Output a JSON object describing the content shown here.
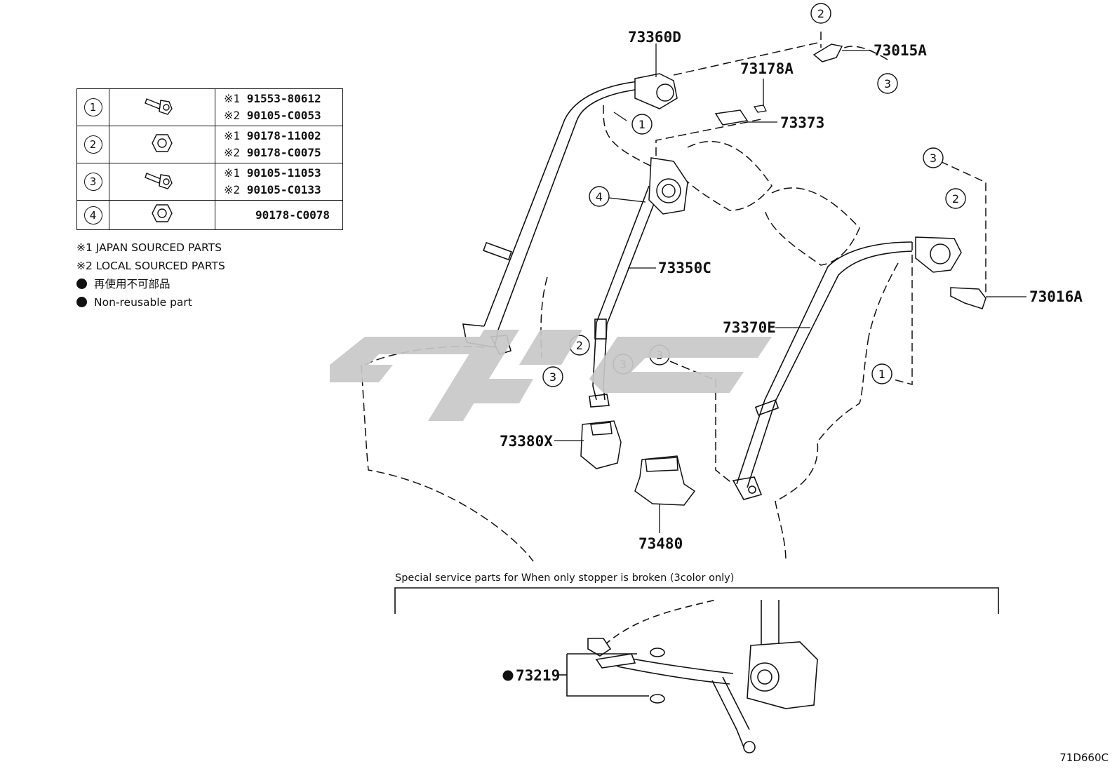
{
  "fastener_table": [
    {
      "ref": "1",
      "icon": "bolt-icon",
      "lines": [
        {
          "mark": "※1",
          "part": "91553-80612"
        },
        {
          "mark": "※2",
          "part": "90105-C0053"
        }
      ]
    },
    {
      "ref": "2",
      "icon": "nut-icon",
      "lines": [
        {
          "mark": "※1",
          "part": "90178-11002"
        },
        {
          "mark": "※2",
          "part": "90178-C0075"
        }
      ]
    },
    {
      "ref": "3",
      "icon": "bolt-icon",
      "lines": [
        {
          "mark": "※1",
          "part": "90105-11053"
        },
        {
          "mark": "※2",
          "part": "90105-C0133"
        }
      ]
    },
    {
      "ref": "4",
      "icon": "nut-icon",
      "single": "90178-C0078"
    }
  ],
  "notes": {
    "japan": "※1  JAPAN SOURCED PARTS",
    "local": "※2  LOCAL SOURCED PARTS",
    "nonreuse_jp": "再使用不可部品",
    "nonreuse_en": "Non-reusable part"
  },
  "part_labels": {
    "p73360D": "73360D",
    "p73015A": "73015A",
    "p73178A": "73178A",
    "p73373": "73373",
    "p73350C": "73350C",
    "p73370E": "73370E",
    "p73016A": "73016A",
    "p73380X": "73380X",
    "p73480": "73480",
    "p73219": "73219"
  },
  "callout_refs": {
    "one": "1",
    "two": "2",
    "three": "3",
    "four": "4"
  },
  "service_title": "Special service parts for When only stopper is broken (3color only)",
  "diagram_code": "71D660C",
  "watermark_text": "GTC",
  "colors": {
    "line": "#111111",
    "watermark": "#c8c8c8"
  }
}
